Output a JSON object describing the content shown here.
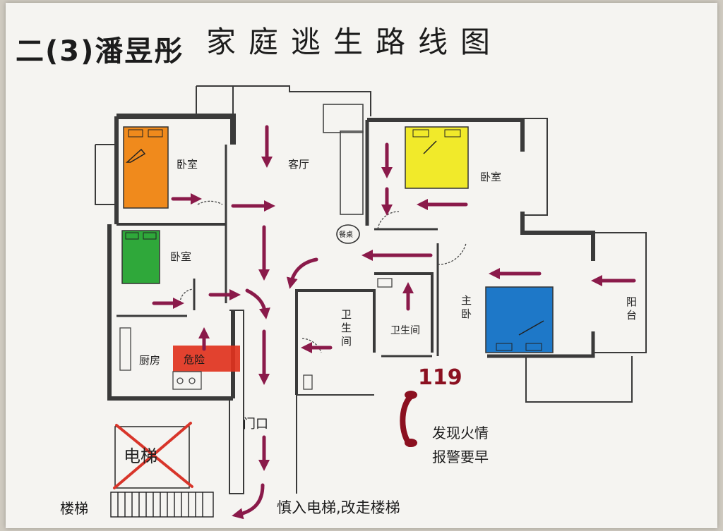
{
  "title": {
    "name": "二(3)潘昱彤",
    "main": "家庭逃生路线图"
  },
  "rooms": {
    "bedroom_orange": "卧室",
    "bedroom_green": "卧室",
    "bedroom_yellow": "卧室",
    "bedroom_blue": "主卧",
    "living_room": "客厅",
    "kitchen": "厨房",
    "bathroom_left": "卫生间",
    "bathroom_right": "卫生间",
    "balcony": "阳台",
    "entrance": "门口",
    "dining": "餐桌",
    "elevator": "电梯",
    "stairs": "楼梯"
  },
  "notes": {
    "emergency_number": "119",
    "alarm_line1": "发现火情",
    "alarm_line2": "报警要早",
    "fire_label": "危险",
    "stairs_tip": "慎入电梯,改走楼梯"
  },
  "colors": {
    "bed_orange": "#f08a1c",
    "bed_green": "#2fa83a",
    "bed_yellow": "#f1ea2a",
    "bed_blue": "#1e78c8",
    "fire_red": "#e0321e",
    "arrow": "#8a1a4a",
    "cross": "#d8352a"
  }
}
